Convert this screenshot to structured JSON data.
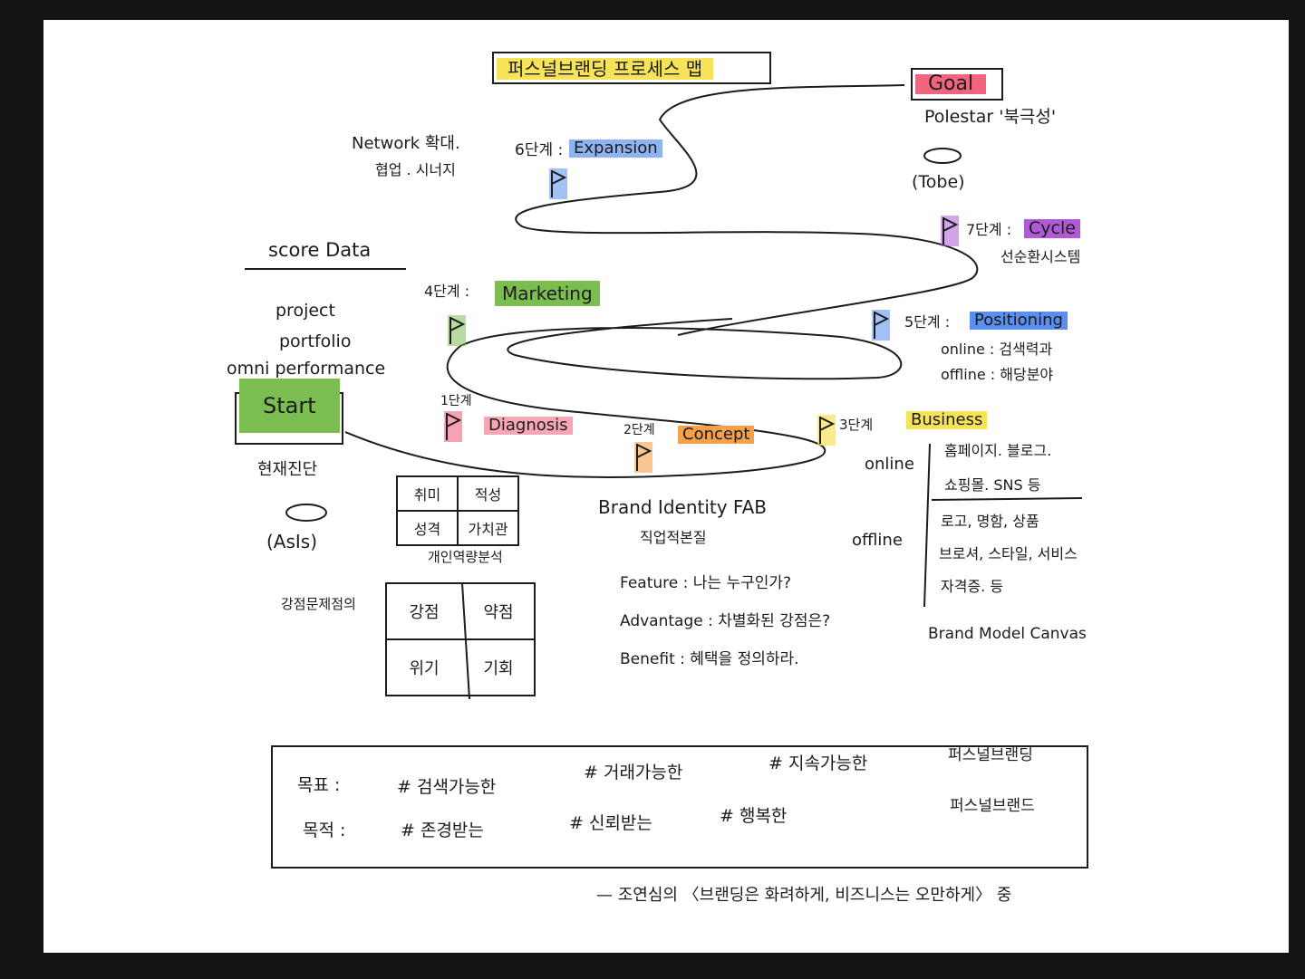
{
  "title": "퍼스널브랜딩 프로세스 맵",
  "colors": {
    "yellow": "#f7e35a",
    "pink": "#f0647e",
    "green": "#7cbd52",
    "blue": "#5a8ef0",
    "purple": "#b05ad8",
    "orange": "#f5a04a",
    "ink": "#1c1c1c"
  },
  "goal": {
    "label": "Goal",
    "polestar": "Polestar '북극성'",
    "tobe": "(Tobe)"
  },
  "start": {
    "label": "Start",
    "sub": "현재진단",
    "asis": "(AsIs)"
  },
  "score": {
    "title": "score Data",
    "items": [
      "project",
      "portfolio",
      "omni performance"
    ]
  },
  "stages": {
    "s1": {
      "num": "1단계",
      "name": "Diagnosis"
    },
    "s2": {
      "num": "2단계",
      "name": "Concept"
    },
    "s3": {
      "num": "3단계",
      "name": "Business"
    },
    "s4": {
      "num": "4단계 :",
      "name": "Marketing"
    },
    "s5": {
      "num": "5단계 :",
      "name": "Positioning"
    },
    "s6": {
      "num": "6단계 :",
      "name": "Expansion"
    },
    "s7": {
      "num": "7단계 :",
      "name": "Cycle"
    }
  },
  "network": [
    "Network 확대.",
    "협업 . 시너지"
  ],
  "cycle_sub": "선순환시스템",
  "positioning": {
    "online": "online : 검색력과",
    "offline": "offline : 해당분야"
  },
  "personality": {
    "cells": [
      "취미",
      "적성",
      "성격",
      "가치관"
    ],
    "caption": "개인역량분석"
  },
  "swot": {
    "label": "강점문제점의",
    "cells": [
      "강점",
      "약점",
      "위기",
      "기회"
    ]
  },
  "concept_block": {
    "fab": "Brand Identity FAB",
    "sub": "직업적본질",
    "feature": "Feature : 나는 누구인가?",
    "advantage": "Advantage : 차별화된 강점은?",
    "benefit": "Benefit : 혜택을 정의하라."
  },
  "business": {
    "online_label": "online",
    "online_items": [
      "홈페이지. 블로그.",
      "쇼핑몰. SNS 등"
    ],
    "offline_label": "offline",
    "offline_items": [
      "로고, 명함, 상품",
      "브로셔, 스타일, 서비스",
      "자격증. 등"
    ],
    "canvas": "Brand Model Canvas"
  },
  "goals_box": {
    "row1_label": "목표 :",
    "row1_items": [
      "# 검색가능한",
      "# 거래가능한",
      "# 지속가능한"
    ],
    "row2_label": "목적 :",
    "row2_items": [
      "# 존경받는",
      "# 신뢰받는",
      "# 행복한"
    ],
    "right1": "퍼스널브랜딩",
    "right2": "퍼스널브랜드"
  },
  "citation": "— 조연심의 〈브랜딩은 화려하게, 비즈니스는 오만하게〉 중"
}
